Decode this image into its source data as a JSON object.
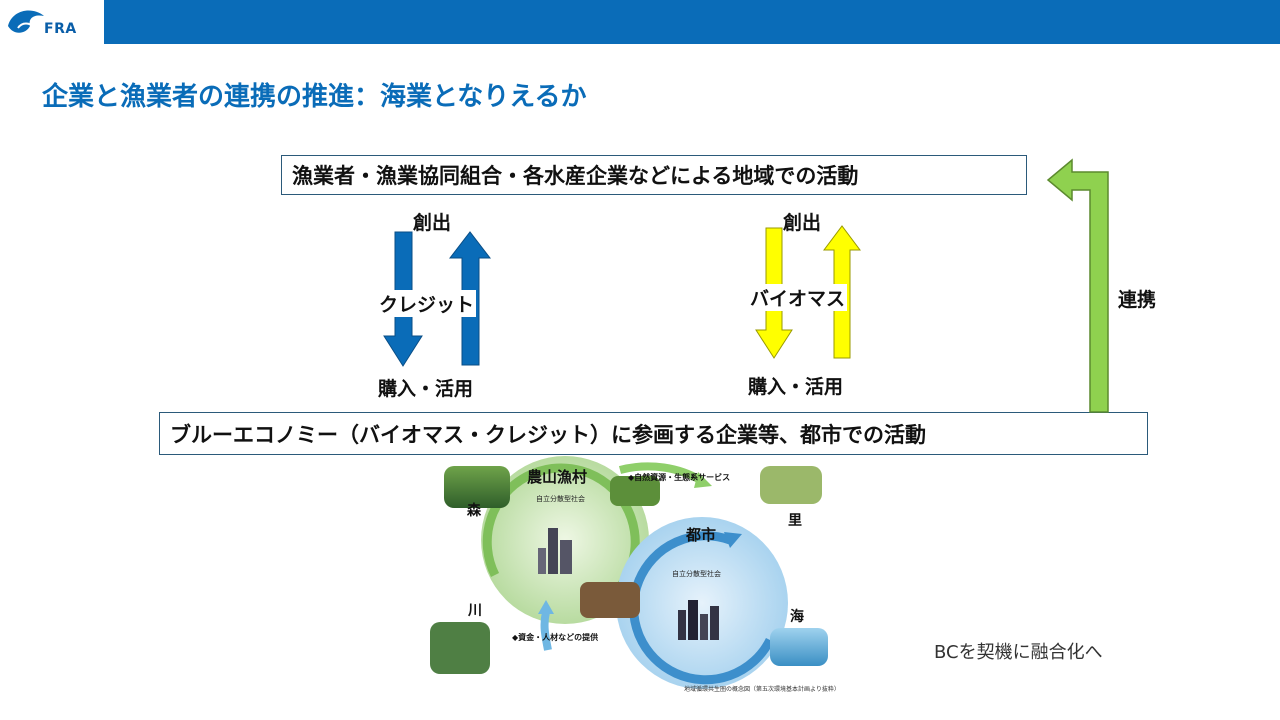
{
  "header": {
    "logo_text": "FRA"
  },
  "title": "企業と漁業者の連携の推進：海業となりえるか",
  "top_box": "漁業者・漁業協同組合・各水産企業などによる地域での活動",
  "bottom_box": "ブルーエコノミー（バイオマス・クレジット）に参画する企業等、都市での活動",
  "left_flow": {
    "top": "創出",
    "middle": "クレジット",
    "bottom": "購入・活用",
    "color": "#0a6cb8"
  },
  "right_flow": {
    "top": "創出",
    "middle": "バイオマス",
    "bottom": "購入・活用",
    "color": "#ffff00"
  },
  "side_arrow": {
    "label": "連携",
    "color": "#8fd14f"
  },
  "note": "BCを契機に融合化へ",
  "diagram": {
    "rural_label": "農山漁村",
    "city_label": "都市",
    "forest": "森",
    "village": "里",
    "river": "川",
    "sea": "海",
    "rural_society": "自立分散型社会",
    "city_society": "自立分散型社会",
    "services_title": "◆自然資源・生態系サービス",
    "support_title": "◆資金・人材などの提供",
    "caption": "地域循環共生圏の概念図（第五次環境基本計画より抜粋）"
  }
}
